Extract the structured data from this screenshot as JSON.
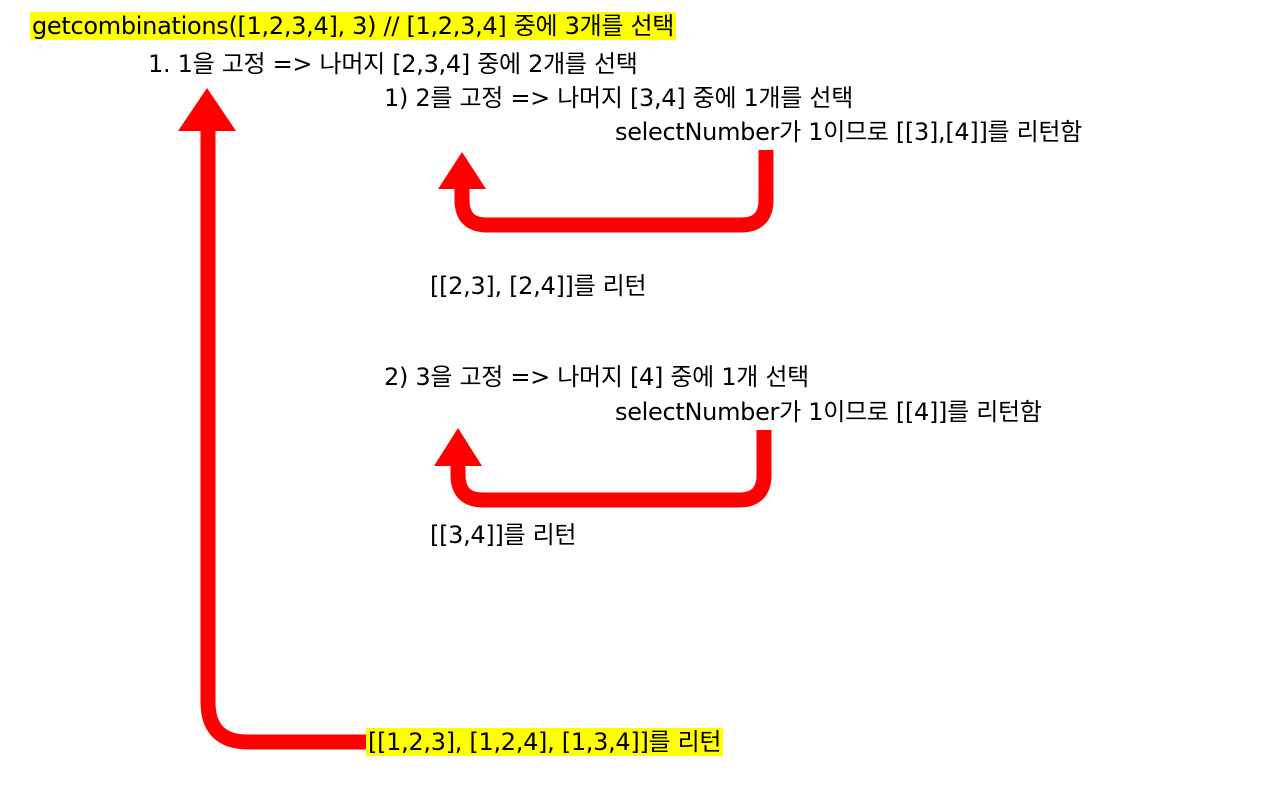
{
  "title": "getcombinations([1,2,3,4], 3) // [1,2,3,4] 중에 3개를 선택",
  "step1": "1.  1을 고정 => 나머지 [2,3,4] 중에 2개를 선택",
  "sub1": {
    "text": "1) 2를 고정 => 나머지 [3,4] 중에 1개를 선택",
    "base": "selectNumber가 1이므로 [[3],[4]]를 리턴함",
    "return": "[[2,3],  [2,4]]를 리턴"
  },
  "sub2": {
    "text": "2) 3을 고정 => 나머지 [4] 중에 1개 선택",
    "base": "selectNumber가 1이므로 [[4]]를 리턴함",
    "return": "[[3,4]]를 리턴"
  },
  "final_return": "[[1,2,3],  [1,2,4],  [1,3,4]]를 리턴",
  "colors": {
    "arrow": "#ff0000",
    "highlight": "#ffff00",
    "text": "#000000",
    "background": "#ffffff"
  }
}
